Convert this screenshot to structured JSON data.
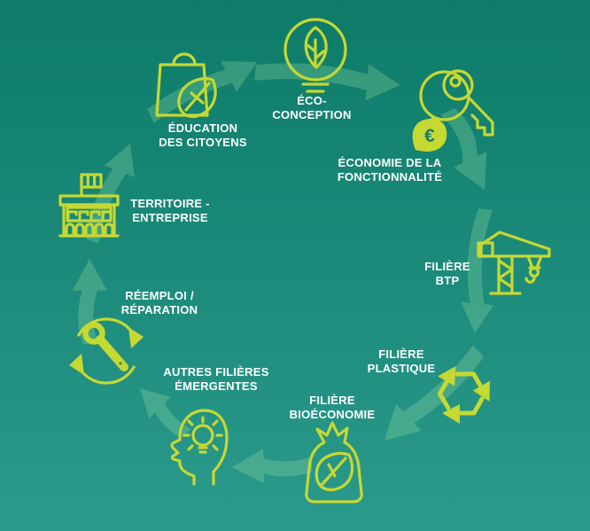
{
  "colors": {
    "background_top": "#0d7b68",
    "background_bottom": "#2b9a8c",
    "icon_stroke": "#c6d832",
    "arrow_fill": "rgba(170,235,170,0.25)",
    "label_color": "#ffffff",
    "euro_text": "#157d6c"
  },
  "nodes": [
    {
      "id": "eco-conception",
      "icon": "lightbulb-leaf-icon",
      "label_lines": [
        "ÉCO-",
        "CONCEPTION"
      ]
    },
    {
      "id": "economie-fonctionnalite",
      "icon": "key-euro-tag-icon",
      "label_lines": [
        "ÉCONOMIE DE LA",
        "FONCTIONNALITÉ"
      ],
      "tag_symbol": "€"
    },
    {
      "id": "filiere-btp",
      "icon": "crane-icon",
      "label_lines": [
        "FILIÈRE",
        "BTP"
      ]
    },
    {
      "id": "filiere-plastique",
      "icon": "recycling-arrows-icon",
      "label_lines": [
        "FILIÈRE",
        "PLASTIQUE"
      ]
    },
    {
      "id": "filiere-bioeconomie",
      "icon": "sack-leaf-icon",
      "label_lines": [
        "FILIÈRE",
        "BIOÉCONOMIE"
      ]
    },
    {
      "id": "autres-filieres-emergentes",
      "icon": "head-idea-icon",
      "label_lines": [
        "AUTRES FILIÈRES",
        "ÉMERGENTES"
      ]
    },
    {
      "id": "reemploi-reparation",
      "icon": "wrench-cycle-icon",
      "label_lines": [
        "RÉEMPLOI /",
        "RÉPARATION"
      ]
    },
    {
      "id": "territoire-entreprise",
      "icon": "town-hall-icon",
      "label_lines": [
        "TERRITOIRE -",
        "ENTREPRISE"
      ]
    },
    {
      "id": "education-citoyens",
      "icon": "shopping-bag-leaf-icon",
      "label_lines": [
        "ÉDUCATION",
        "DES CITOYENS"
      ]
    }
  ]
}
